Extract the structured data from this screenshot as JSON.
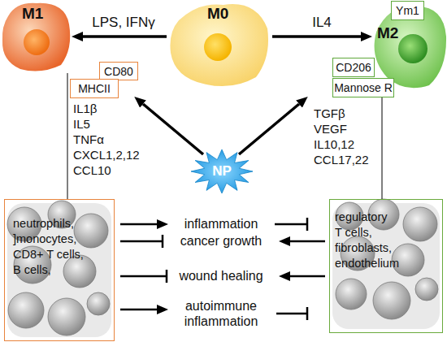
{
  "diagram": {
    "nodes": [
      {
        "text": [
          "M1"
        ]
      },
      {
        "text": [
          "M0"
        ]
      },
      {
        "text": [
          "M2"
        ]
      },
      {
        "text": [
          "Ym1"
        ]
      },
      {
        "text": [
          "CD80"
        ]
      },
      {
        "text": [
          "CD206"
        ]
      },
      {
        "text": [
          "MHCII"
        ]
      },
      {
        "text": [
          "Mannose R"
        ]
      },
      {
        "text": [
          "NP"
        ]
      },
      {
        "text": [
          "neutrophils, ]monocytes, CD8+ T cells, B cells,"
        ]
      },
      {
        "text": [
          "regulatory T cells, fibroblasts, endothelium"
        ]
      }
    ],
    "edges": [
      {
        "from": 1,
        "to": 0,
        "label": "LPS, IFNγ",
        "arrow": "to"
      },
      {
        "from": 1,
        "to": 2,
        "label": "IL4",
        "arrow": "to"
      },
      {
        "from": 0,
        "to": 9,
        "arrow": "none"
      },
      {
        "from": 2,
        "to": 10,
        "arrow": "none"
      }
    ],
    "labels": [
      "IL1β",
      "IL5",
      "TNFα",
      "CXCL1,2,12",
      "CCL10",
      "TGFβ",
      "VEGF",
      "IL10,12",
      "CCL17,22",
      "inflammation",
      "cancer growth",
      "wound healing",
      "autoimmune inflammation"
    ]
  }
}
